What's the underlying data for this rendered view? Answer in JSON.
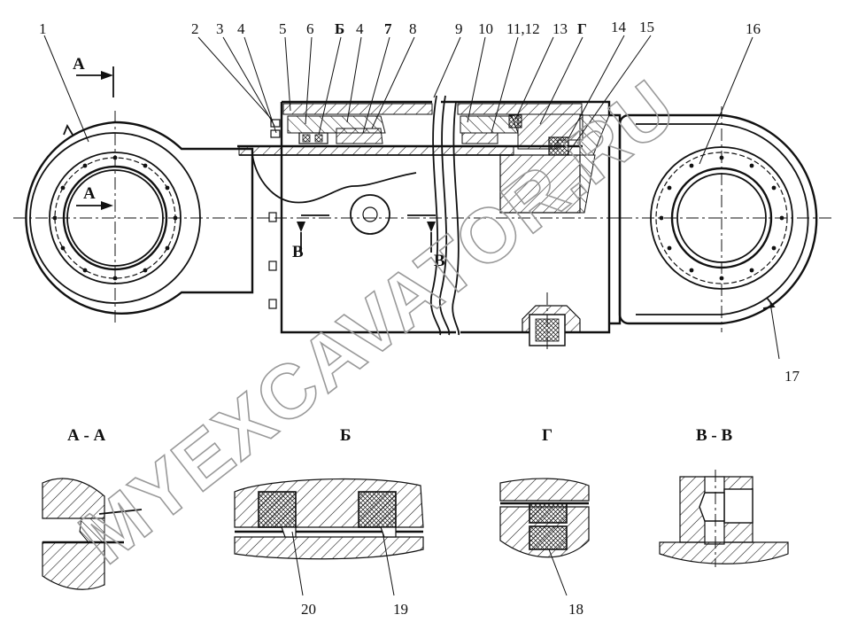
{
  "labels": {
    "l1": "1",
    "l2": "2",
    "l3": "3",
    "l4a": "4",
    "l5": "5",
    "l6": "6",
    "lB": "Б",
    "l4b": "4",
    "l7": "7",
    "l8": "8",
    "l9": "9",
    "l10": "10",
    "l11": "11,12",
    "l13": "13",
    "lG": "Г",
    "l14": "14",
    "l15": "15",
    "l16": "16",
    "l17": "17",
    "l18": "18",
    "l19": "19",
    "l20": "20",
    "arrowA_top": "А",
    "arrowA_mid": "А",
    "arrowV_left": "В",
    "arrowV_right": "В"
  },
  "sections": {
    "aa": "А - А",
    "b": "Б",
    "g": "Г",
    "vv": "В - В"
  },
  "watermark": "MYEXCAVATOR.RU"
}
